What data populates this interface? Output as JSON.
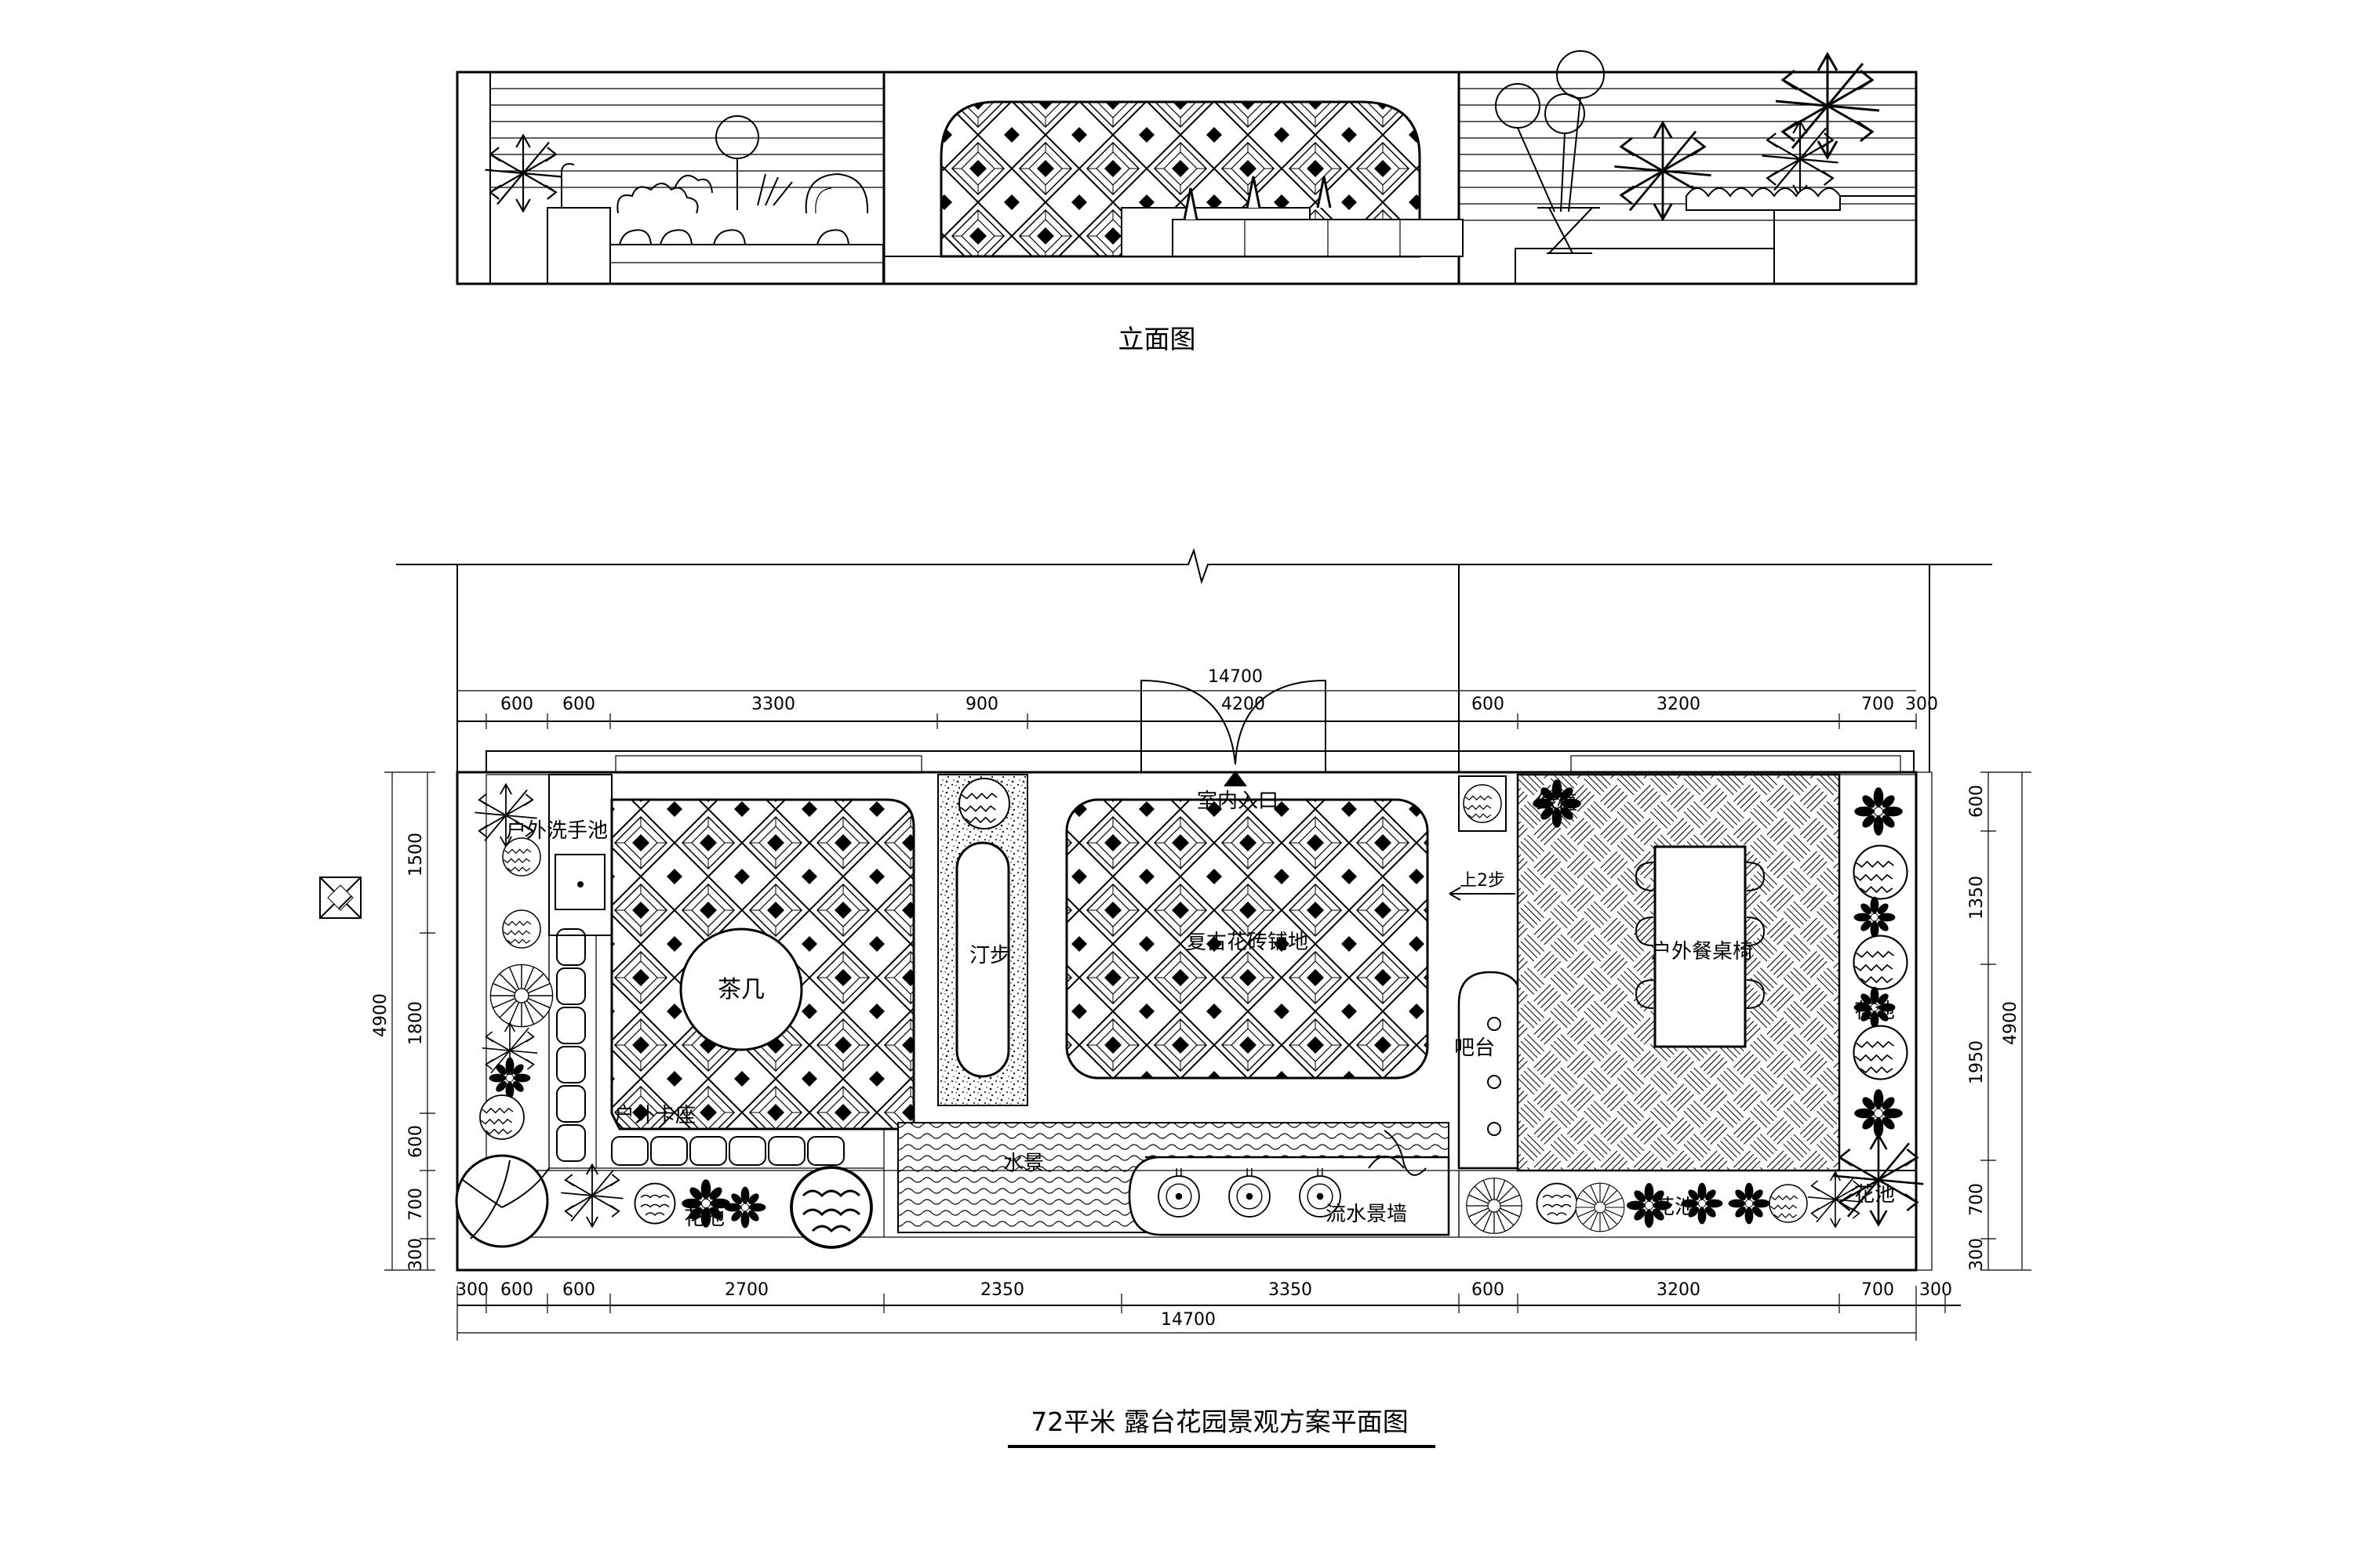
{
  "elevation": {
    "title": "立面图"
  },
  "plan": {
    "title": "72平米  露台花园景观方案平面图",
    "entrance": "室内入口",
    "labels": {
      "wash_table": "户外洗手池",
      "tea_table": "茶几",
      "stepping_stone": "汀步",
      "tile_paving": "复古花砖铺地",
      "plant_top": "绿植",
      "steps": "上2步",
      "bar": "吧台",
      "dining": "户外餐桌椅",
      "bench": "户外卡座",
      "water": "水景",
      "water_wall": "流水景墙",
      "planter_left": "花池",
      "planter_mid": "花池",
      "planter_right": "花池",
      "planter_side": "花池"
    },
    "dims": {
      "top_total": "14700",
      "top": [
        "600",
        "600",
        "3300",
        "900",
        "4200",
        "600",
        "3200",
        "700",
        "300"
      ],
      "bottom": [
        "300",
        "600",
        "600",
        "2700",
        "2350",
        "3350",
        "600",
        "3200",
        "700",
        "300"
      ],
      "bottom_total": "14700",
      "left": [
        "1500",
        "1800",
        "600",
        "700",
        "300"
      ],
      "left_total": "4900",
      "right": [
        "600",
        "1350",
        "1950",
        "700",
        "300"
      ],
      "right_total": "4900"
    }
  }
}
